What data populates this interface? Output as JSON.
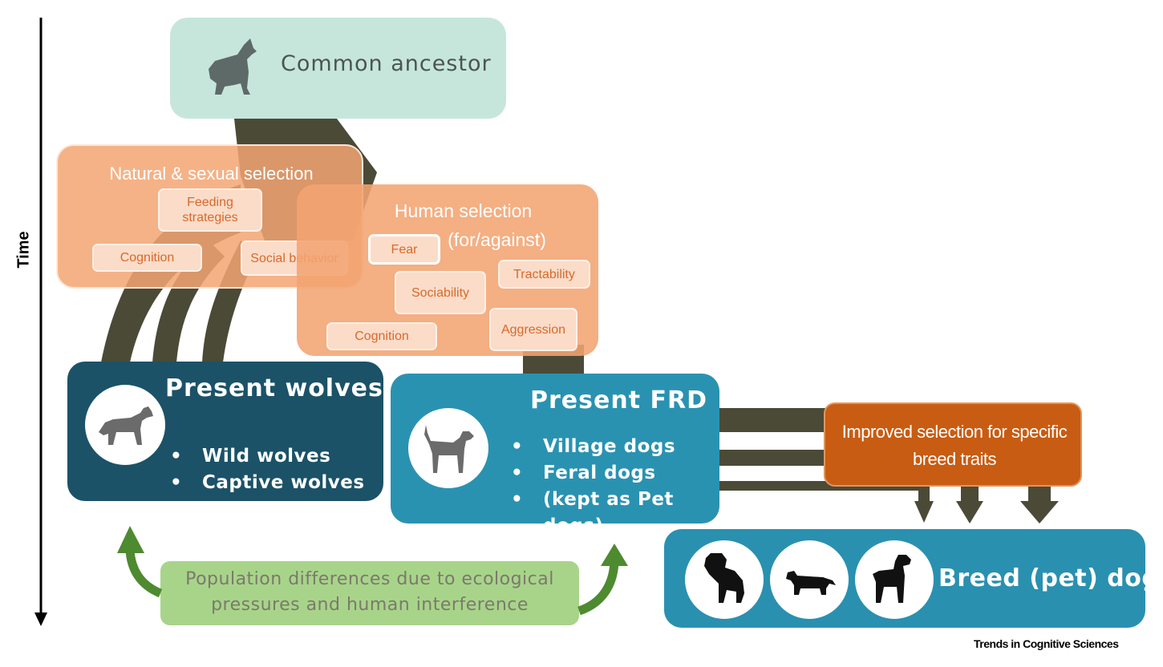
{
  "time_axis": {
    "label": "Time"
  },
  "ancestor": {
    "title": "Common ancestor",
    "icon": "howling-wolf-icon"
  },
  "natural_selection": {
    "title": "Natural & sexual selection",
    "traits": [
      "Feeding strategies",
      "Cognition",
      "Social behavior"
    ]
  },
  "human_selection": {
    "title_line1": "Human selection",
    "title_line2": "(for/against)",
    "traits": [
      "Fear",
      "Tractability",
      "Sociability",
      "Cognition",
      "Aggression"
    ]
  },
  "present_wolves": {
    "title": "Present wolves",
    "items": [
      "Wild wolves",
      "Captive wolves"
    ],
    "icon": "wolf-icon"
  },
  "present_frd": {
    "title": "Present FRD",
    "items": [
      "Village dogs",
      "Feral dogs",
      "(kept as Pet dogs)"
    ],
    "icon": "dog-icon"
  },
  "improved_selection": {
    "line1": "Improved selection for specific",
    "line2": "breed traits"
  },
  "breed_dogs": {
    "title": "Breed (pet) dogs",
    "icons": [
      "retriever-dog-icon",
      "dachshund-icon",
      "afghan-hound-icon"
    ]
  },
  "population": {
    "line1": "Population differences due to ecological",
    "line2": "pressures and human interference"
  },
  "footer": {
    "source": "Trends in Cognitive Sciences"
  },
  "colors": {
    "ancestor_bg": "#c6e6dc",
    "selection_bg": "#f3a472",
    "wolves_bg": "#1b5268",
    "frd_bg": "#2a92b1",
    "breed_bg": "#2a90b0",
    "improved_bg": "#c85c12",
    "population_bg": "#a8d48a",
    "population_arrow": "#4e8a30",
    "trunk": "#4b4a37"
  }
}
